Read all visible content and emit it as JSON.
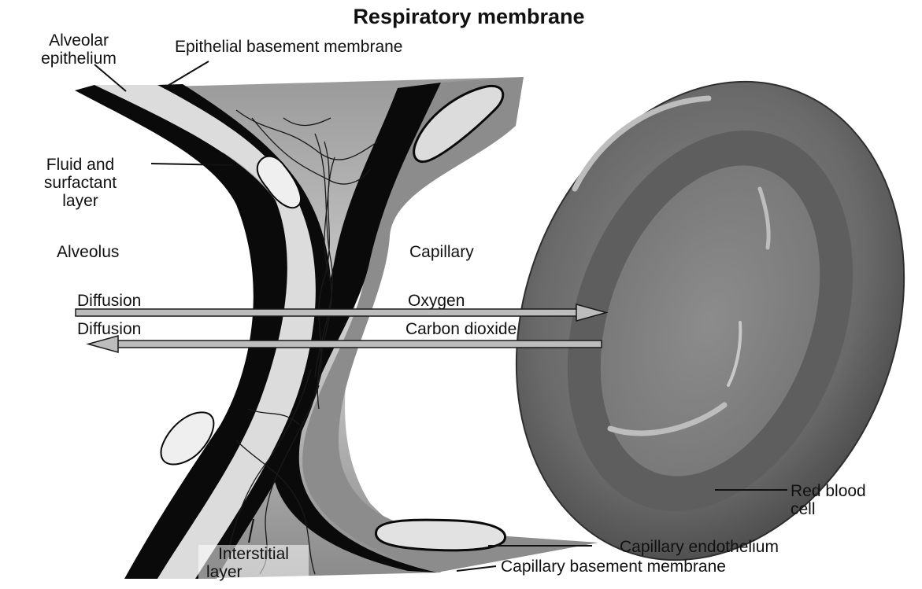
{
  "title": "Respiratory membrane",
  "labels": {
    "alveolar_epithelium_1": "Alveolar",
    "alveolar_epithelium_2": "epithelium",
    "epithelial_basement_membrane": "Epithelial basement membrane",
    "fluid_surfactant_1": "Fluid and",
    "fluid_surfactant_2": "surfactant",
    "fluid_surfactant_3": "layer",
    "alveolus": "Alveolus",
    "capillary": "Capillary",
    "diffusion_top": "Diffusion",
    "oxygen": "Oxygen",
    "diffusion_bottom": "Diffusion",
    "carbon_dioxide": "Carbon dioxide",
    "red_blood_cell_1": "Red blood",
    "red_blood_cell_2": "cell",
    "interstitial_1": "Interstitial",
    "interstitial_2": "layer",
    "capillary_endothelium": "Capillary endothelium",
    "capillary_basement_membrane": "Capillary basement membrane"
  },
  "colors": {
    "background": "#ffffff",
    "black_layer": "#0a0a0a",
    "light_layer": "#d9d9d9",
    "mid_gray": "#8c8c8c",
    "cell_gray": "#6e6e6e",
    "arrow_fill": "#bdbdbd"
  }
}
